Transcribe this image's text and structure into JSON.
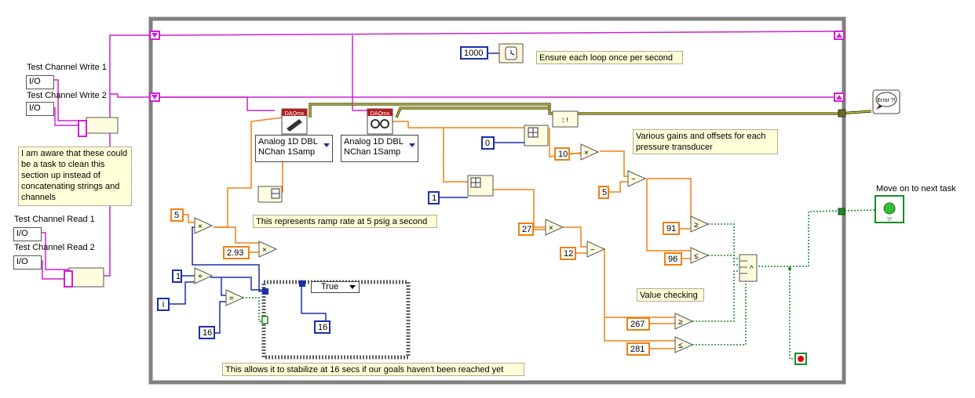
{
  "labels": {
    "write1": "Test Channel Write 1",
    "write2": "Test Channel Write 2",
    "read1": "Test Channel Read 1",
    "read2": "Test Channel Read 2",
    "move_on": "Move on to next task"
  },
  "comments": {
    "aware": "I am aware that these could be a task to clean this section up instead of concatenating strings and channels",
    "loop_rate": "Ensure each loop once per second",
    "ramp": "This represents ramp rate at 5 psig a second",
    "gains": "Various gains and offsets for each pressure transducer",
    "value_check": "Value checking",
    "stabilize": "This allows it to stabilize at 16 secs if our goals haven't been reached yet"
  },
  "constants": {
    "wait_ms": "1000",
    "ramp_input": "5",
    "ramp_mult": "2.93",
    "inc_one": "1",
    "stabilize_secs": "16",
    "case_const": "16",
    "index0": "0",
    "index1": "1",
    "gain0": "10",
    "offset0": "5",
    "gain1": "27",
    "offset1": "12",
    "limit_hi0": "91",
    "limit_lo0": "96",
    "limit_hi1": "267",
    "limit_lo1": "281",
    "loop_iteration": "i"
  },
  "daqmx": {
    "write_banner": "DAQmx",
    "read_banner": "DAQmx",
    "write_mode": "Analog 1D DBL NChan 1Samp",
    "read_mode": "Analog 1D DBL NChan 1Samp"
  },
  "case_structure": {
    "selector": "True"
  },
  "error_handler": {
    "label": "Error ?!"
  },
  "colors": {
    "task_wire": "#d020d0",
    "numeric_wire": "#f08010",
    "integer_wire": "#1a2fa8",
    "boolean_wire": "#1b8a2a",
    "loop_border": "#808080",
    "comment_bg": "#ffffd8"
  }
}
